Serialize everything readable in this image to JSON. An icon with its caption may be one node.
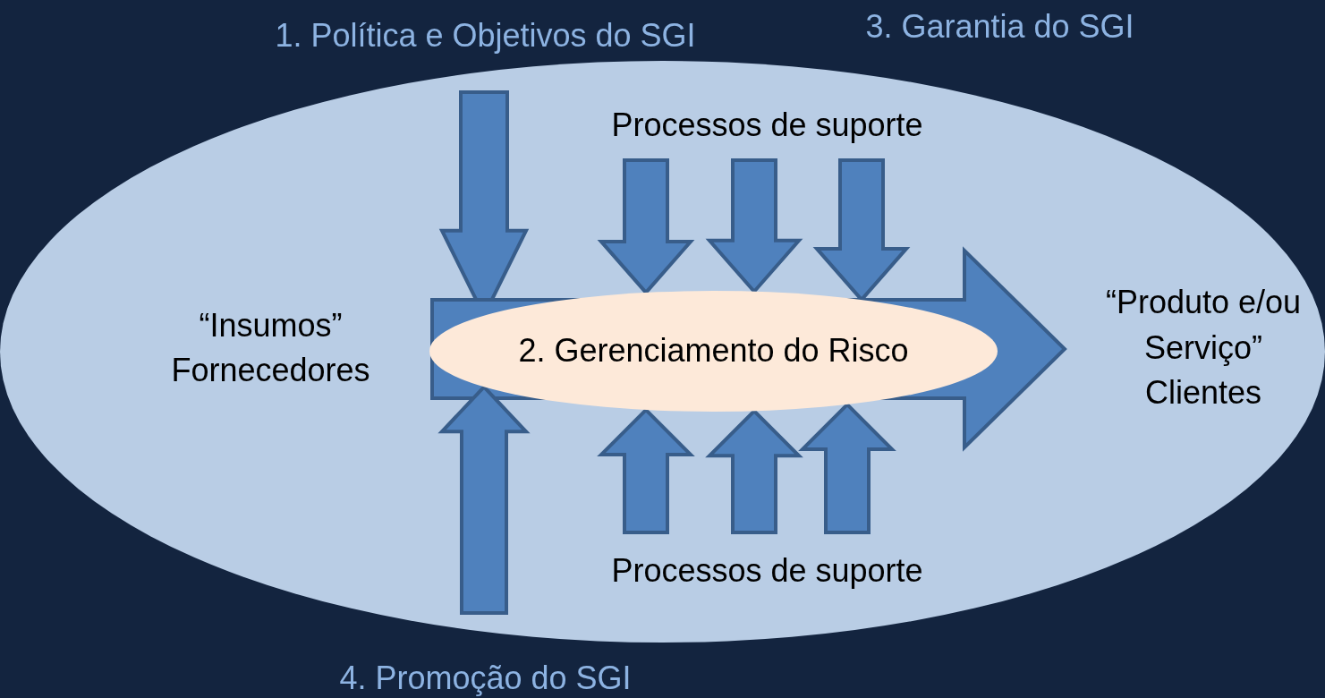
{
  "diagram": {
    "nodes": [
      {
        "text": [],
        "shape": "ellipse"
      },
      {
        "text": [
          "1. Política e Objetivos do SGI"
        ]
      },
      {
        "text": [
          "Processos de suporte"
        ],
        "in": 0
      },
      {
        "text": [
          "“Insumos” Fornecedores"
        ],
        "in": 0
      },
      {
        "text": [
          "2. Gerenciamento do Risco"
        ],
        "in": 0
      },
      {
        "text": [
          "“Produto e/ou Serviço” Clientes"
        ],
        "in": 0
      },
      {
        "text": [
          "Processos de suporte"
        ],
        "in": 0
      },
      {
        "text": [
          "4. Promoção do SGI"
        ]
      }
    ],
    "edges": [
      {
        "from": 1,
        "to": 4,
        "arrow": "to"
      },
      {
        "from": 2,
        "to": 4,
        "arrow": "to"
      },
      {
        "from": 2,
        "to": 4,
        "arrow": "to"
      },
      {
        "from": 2,
        "to": 4,
        "arrow": "to"
      },
      {
        "from": 3,
        "to": 5,
        "arrow": "to",
        "style": "thick"
      },
      {
        "from": 6,
        "to": 4,
        "arrow": "to"
      },
      {
        "from": 6,
        "to": 4,
        "arrow": "to"
      },
      {
        "from": 6,
        "to": 4,
        "arrow": "to"
      },
      {
        "from": 7,
        "to": 4,
        "arrow": "to"
      }
    ],
    "labels": [
      "3. Garantia do SGI"
    ]
  }
}
